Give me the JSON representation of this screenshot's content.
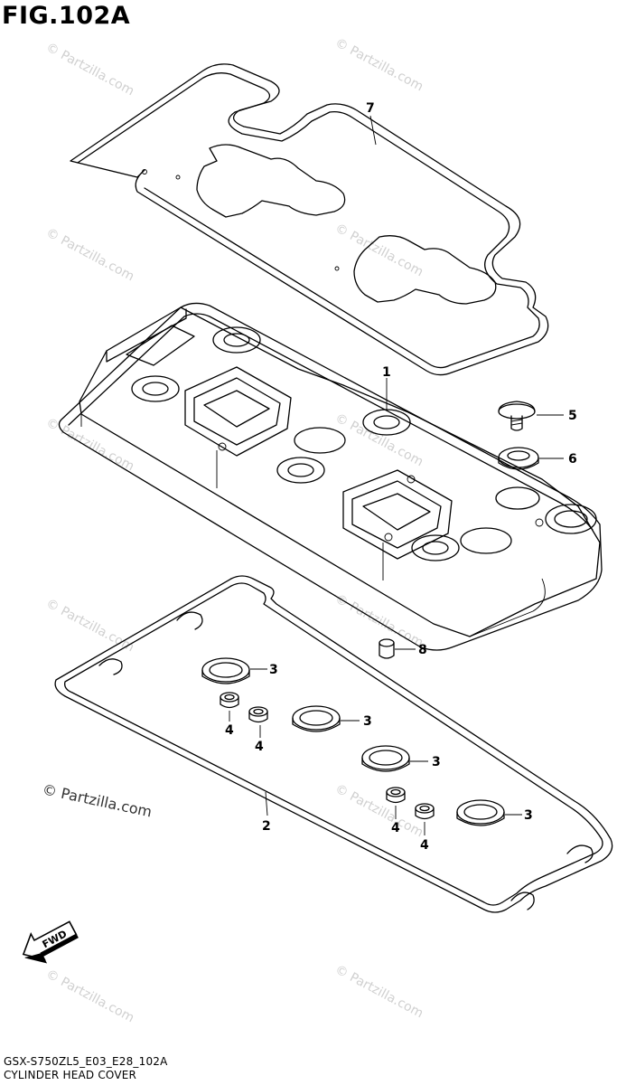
{
  "figure": {
    "title": "FIG.102A",
    "code": "GSX-S750ZL5_E03_E28_102A",
    "name": "CYLINDER HEAD COVER"
  },
  "watermark": "© Partzilla.com",
  "credit": "© Partzilla.com",
  "fwd_label": "FWD",
  "callouts": [
    "1",
    "2",
    "3",
    "3",
    "3",
    "3",
    "4",
    "4",
    "4",
    "4",
    "5",
    "6",
    "7",
    "8"
  ]
}
